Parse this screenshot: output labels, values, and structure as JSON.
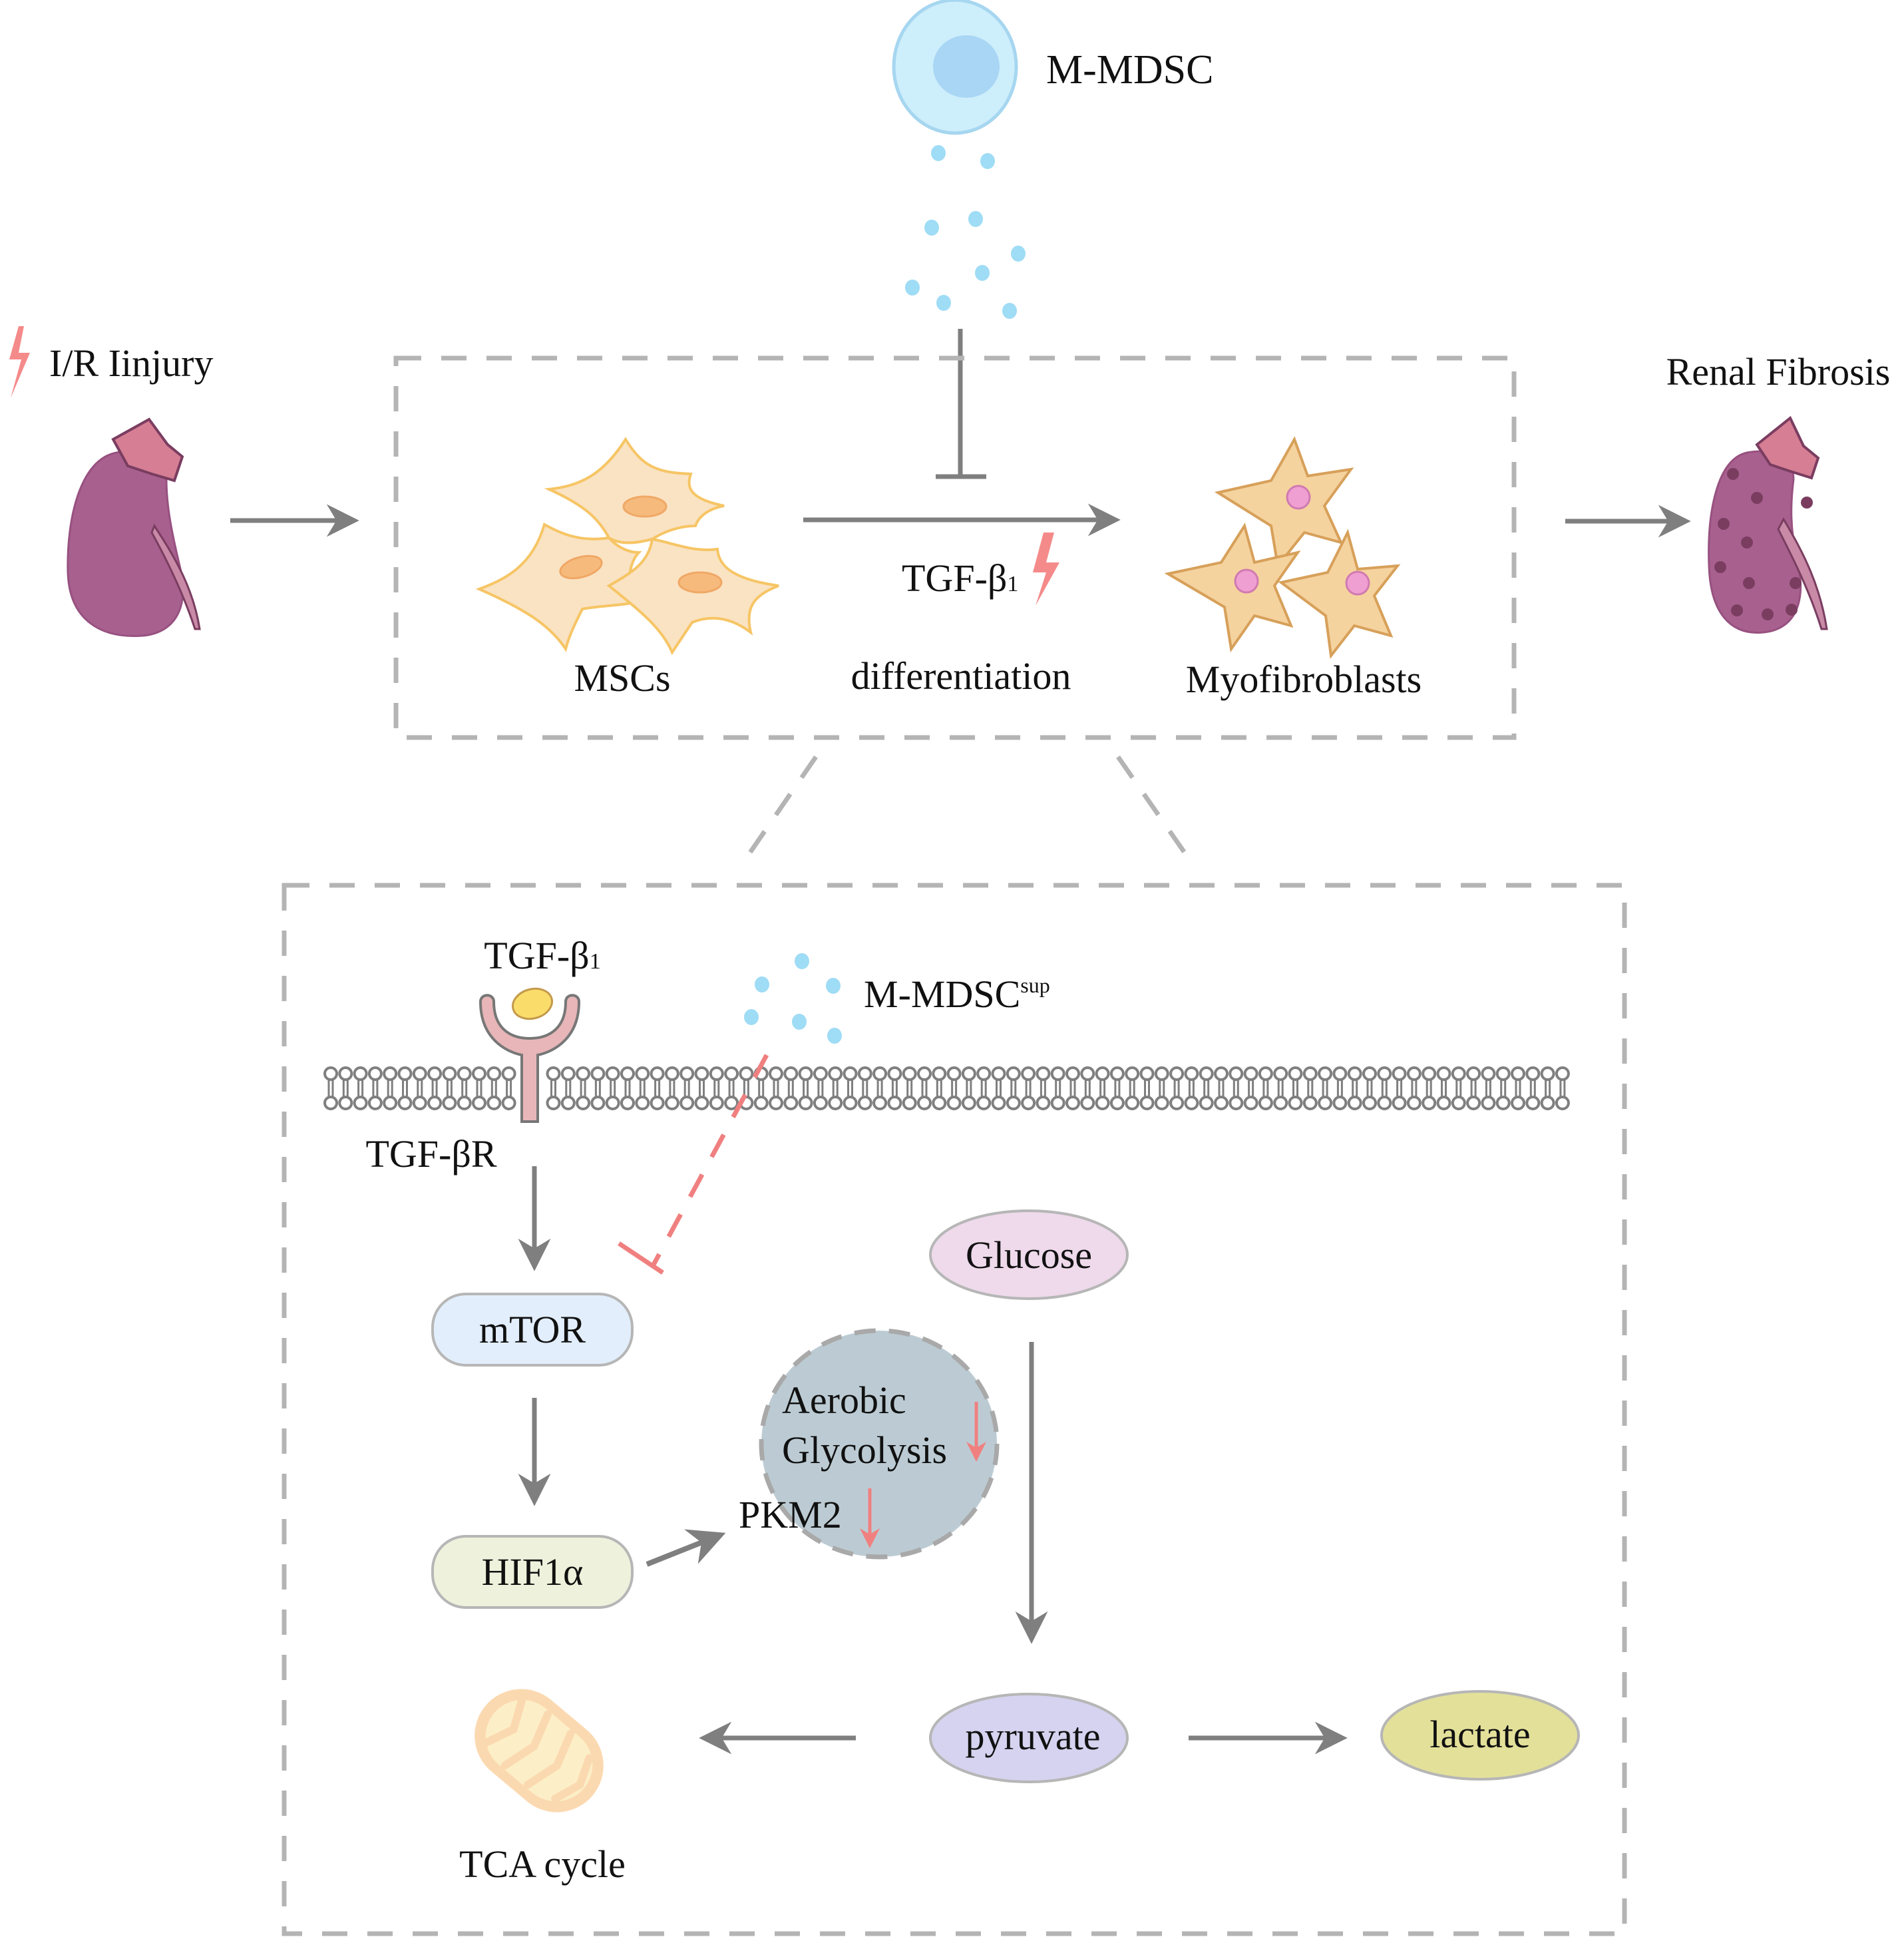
{
  "top": {
    "mdsc_label": "M-MDSC",
    "injury_label": "I/R Iinjury",
    "mscs_label": "MSCs",
    "tgf_label": "TGF-β",
    "tgf_sub": "1",
    "differentiation_label": "differentiation",
    "myofibroblasts_label": "Myofibroblasts",
    "renal_fibrosis_label": "Renal Fibrosis"
  },
  "bottom": {
    "tgf_ligand_label": "TGF-β",
    "tgf_ligand_sub": "1",
    "receptor_label": "TGF-βR",
    "mdsc_sup_label": "M-MDSC",
    "mdsc_sup_superscript": "sup",
    "mtor_label": "mTOR",
    "hif_label": "HIF1α",
    "aerobic_line1": "Aerobic",
    "aerobic_line2": "Glycolysis",
    "pkm2_label": "PKM2",
    "glucose_label": "Glucose",
    "pyruvate_label": "pyruvate",
    "lactate_label": "lactate",
    "tca_label": "TCA cycle"
  },
  "colors": {
    "arrow": "#7f7f7f",
    "dashed_box": "#b4b4b4",
    "inhibit_red": "#f08080",
    "mdsc_dot": "#9fdcf5",
    "kidney": "#a8618f",
    "mtor_fill": "#e2eefb",
    "hif_fill": "#eef2dc",
    "glucose_fill": "#eedaeb",
    "pyruvate_fill": "#d5d3ef",
    "lactate_fill": "#e3e09a",
    "aerobic_fill": "#bccbd3"
  }
}
